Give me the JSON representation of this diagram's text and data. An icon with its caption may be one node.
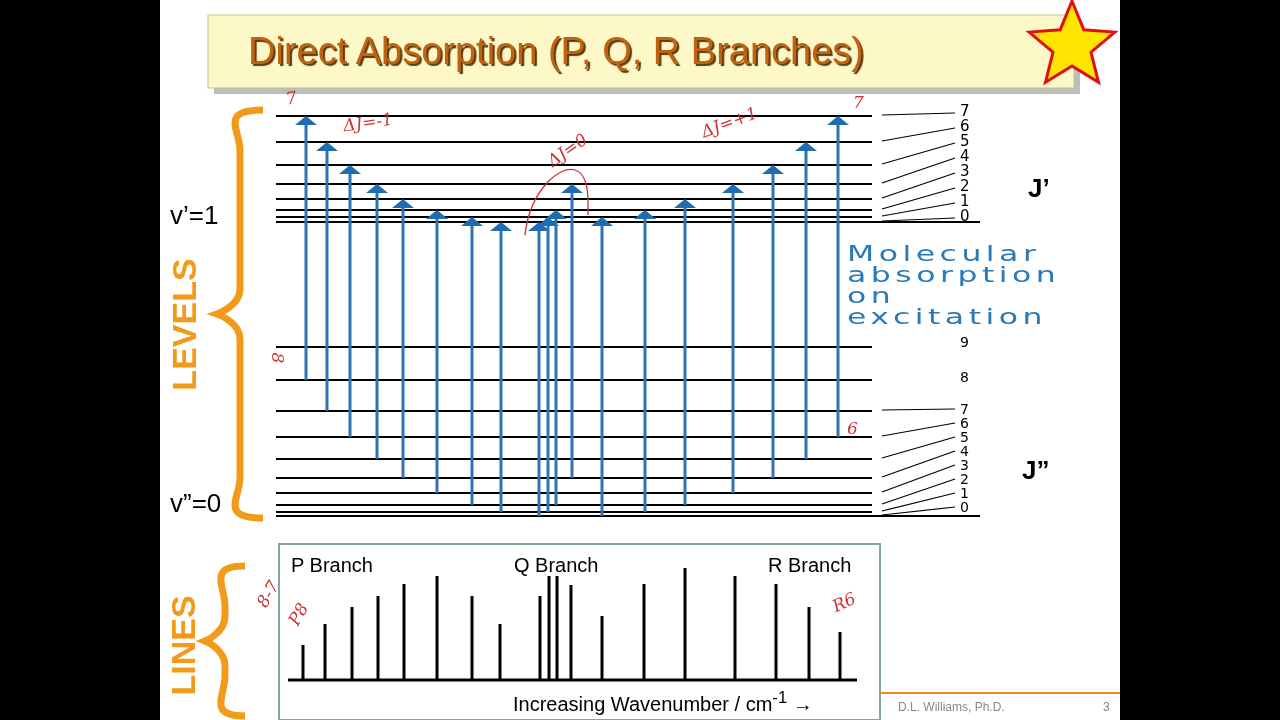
{
  "diagram": {
    "title": "Direct Absorption (P, Q, R Branches)",
    "labels": [
      "7",
      "ΔJ=-1",
      "ΔJ=0",
      "ΔJ=+1",
      "7",
      "7",
      "6",
      "5",
      "4",
      "3",
      "2",
      "1",
      "0",
      "v’=1",
      "J’",
      "LEVELS",
      "Molecular absorption on excitation",
      "8",
      "9",
      "8",
      "7",
      "6",
      "5",
      "4",
      "3",
      "2",
      "1",
      "0",
      "6",
      "J”",
      "v”=0",
      "P Branch",
      "Q Branch",
      "R Branch",
      "8-7",
      "P8",
      "R6",
      "LINES",
      "Increasing Wavenumber / cm$^{-1}$ →",
      "D.L. Williams, Ph.D.",
      "3"
    ]
  }
}
